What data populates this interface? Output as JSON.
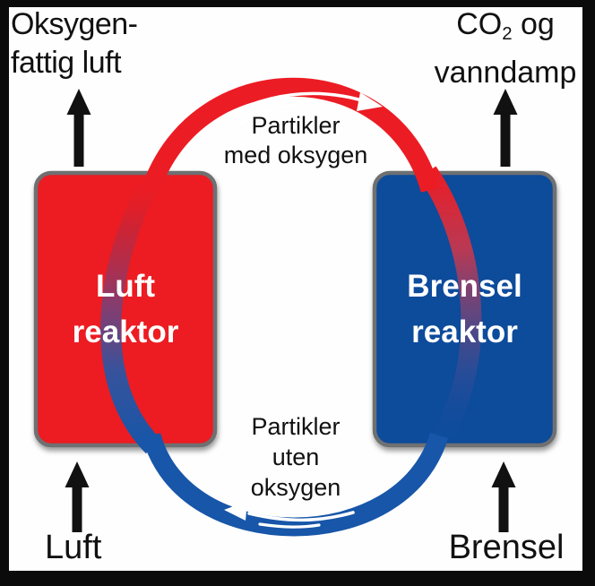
{
  "colors": {
    "red": "#EC1C24",
    "blue": "#104C9B",
    "loop_blue": "#1756A8",
    "box_border": "#6E6F72",
    "text": "#111111",
    "reactor_text": "#FFFFFF",
    "frame": "#0B0B0B",
    "canvas": "#FEFEFE"
  },
  "labels": {
    "output_left": {
      "line1": "Oksygen-",
      "line2": "fattig luft"
    },
    "output_right": {
      "formula_base": "CO",
      "formula_sub": "2",
      "formula_tail": " og",
      "line2": "vanndamp"
    },
    "input_left": "Luft",
    "input_right": "Brensel"
  },
  "reactors": {
    "air": {
      "line1": "Luft",
      "line2": "reaktor"
    },
    "fuel": {
      "line1": "Brensel",
      "line2": "reaktor"
    }
  },
  "flows": {
    "top": {
      "line1": "Partikler",
      "line2": "med oksygen",
      "direction": "right"
    },
    "bottom": {
      "line1": "Partikler",
      "line2": "uten",
      "line3": "oksygen",
      "direction": "left"
    }
  },
  "icons": {
    "stream_arrows": "up-arrow-icon",
    "top_flow_arrow": "curved-arrow-right-icon",
    "bottom_flow_arrow": "curved-arrow-left-icon"
  }
}
